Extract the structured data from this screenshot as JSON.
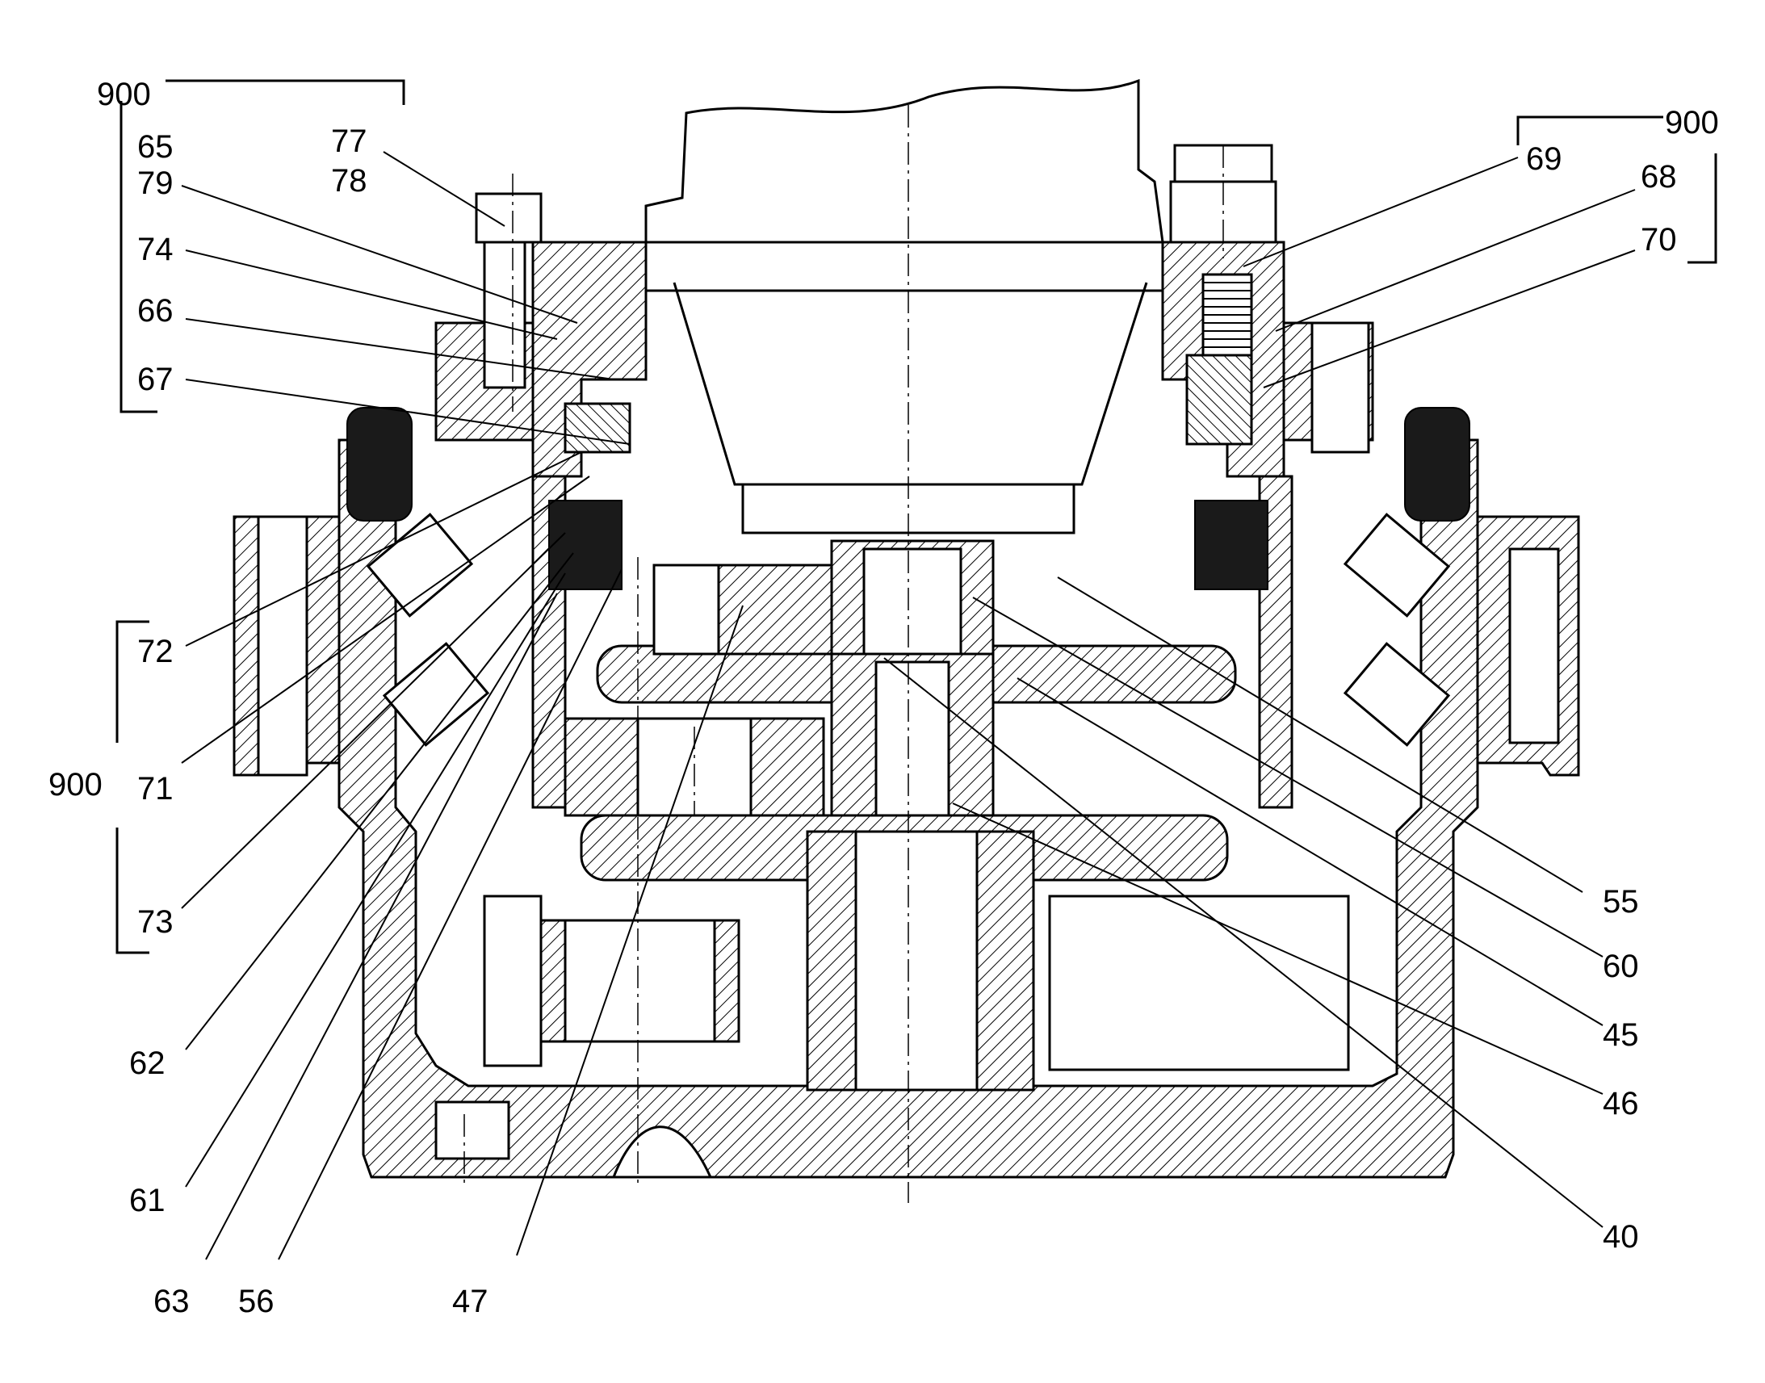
{
  "figure": {
    "labels": [
      {
        "id": "l900a",
        "text": "900"
      },
      {
        "id": "l65",
        "text": "65"
      },
      {
        "id": "l77",
        "text": "77"
      },
      {
        "id": "l78",
        "text": "78"
      },
      {
        "id": "l79",
        "text": "79"
      },
      {
        "id": "l74",
        "text": "74"
      },
      {
        "id": "l66",
        "text": "66"
      },
      {
        "id": "l67",
        "text": "67"
      },
      {
        "id": "l900b",
        "text": "900"
      },
      {
        "id": "l69",
        "text": "69"
      },
      {
        "id": "l68",
        "text": "68"
      },
      {
        "id": "l70",
        "text": "70"
      },
      {
        "id": "l72",
        "text": "72"
      },
      {
        "id": "l900c",
        "text": "900"
      },
      {
        "id": "l71",
        "text": "71"
      },
      {
        "id": "l73",
        "text": "73"
      },
      {
        "id": "l62",
        "text": "62"
      },
      {
        "id": "l61",
        "text": "61"
      },
      {
        "id": "l63",
        "text": "63"
      },
      {
        "id": "l56",
        "text": "56"
      },
      {
        "id": "l47",
        "text": "47"
      },
      {
        "id": "l55",
        "text": "55"
      },
      {
        "id": "l60",
        "text": "60"
      },
      {
        "id": "l45",
        "text": "45"
      },
      {
        "id": "l46",
        "text": "46"
      },
      {
        "id": "l40",
        "text": "40"
      }
    ]
  }
}
